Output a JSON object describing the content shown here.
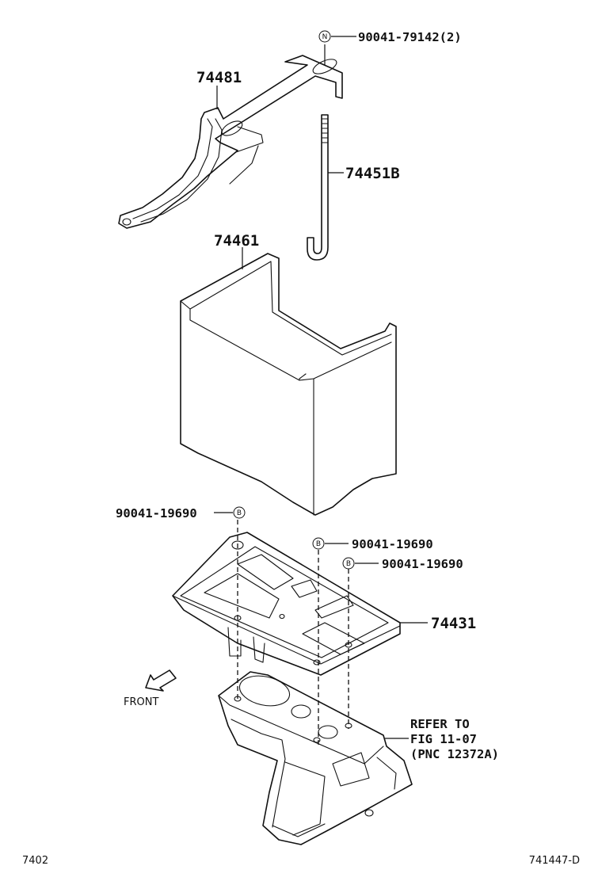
{
  "diagram": {
    "labels": {
      "bolt_top": "90041-79142(2)",
      "clamp": "74481",
      "rod": "74451B",
      "box": "74461",
      "tray": "74431",
      "bolt_left": "90041-19690",
      "bolt_mid": "90041-19690",
      "bolt_right": "90041-19690",
      "refer_line1": "REFER TO",
      "refer_line2": "FIG 11-07",
      "refer_line3": "(PNC 12372A)",
      "front": "FRONT",
      "page_left": "7402",
      "page_right": "741447-D"
    },
    "badges": {
      "top": "N",
      "left": "B",
      "mid": "B",
      "right": "B"
    }
  }
}
